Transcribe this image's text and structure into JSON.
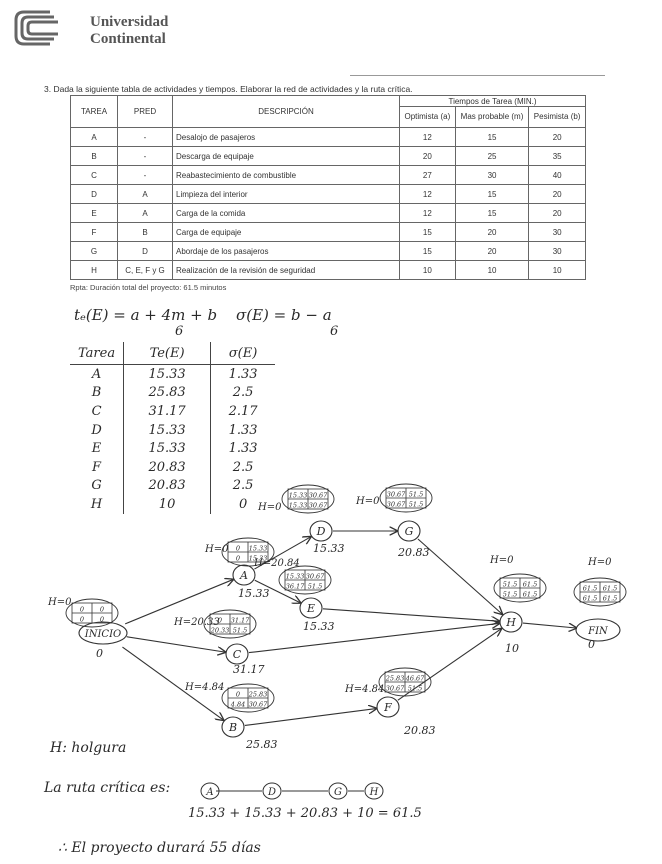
{
  "header": {
    "university_line1": "Universidad",
    "university_line2": "Continental"
  },
  "question": "3.   Dada la siguiente tabla de actividades y tiempos. Elaborar la red de actividades y la ruta crítica.",
  "table": {
    "headers": {
      "tarea": "TAREA",
      "pred": "PRED",
      "desc": "DESCRIPCIÓN",
      "times": "Tiempos de Tarea (MIN.)",
      "a": "Optimista (a)",
      "m": "Mas probable (m)",
      "b": "Pesimista (b)"
    },
    "rows": [
      {
        "tarea": "A",
        "pred": "-",
        "desc": "Desalojo de pasajeros",
        "a": "12",
        "m": "15",
        "b": "20"
      },
      {
        "tarea": "B",
        "pred": "-",
        "desc": "Descarga de equipaje",
        "a": "20",
        "m": "25",
        "b": "35"
      },
      {
        "tarea": "C",
        "pred": "-",
        "desc": "Reabastecimiento de combustible",
        "a": "27",
        "m": "30",
        "b": "40"
      },
      {
        "tarea": "D",
        "pred": "A",
        "desc": "Limpieza del interior",
        "a": "12",
        "m": "15",
        "b": "20"
      },
      {
        "tarea": "E",
        "pred": "A",
        "desc": "Carga de la comida",
        "a": "12",
        "m": "15",
        "b": "20"
      },
      {
        "tarea": "F",
        "pred": "B",
        "desc": "Carga de equipaje",
        "a": "15",
        "m": "20",
        "b": "30"
      },
      {
        "tarea": "G",
        "pred": "D",
        "desc": "Abordaje de los pasajeros",
        "a": "15",
        "m": "20",
        "b": "30"
      },
      {
        "tarea": "H",
        "pred": "C, E, F y G",
        "desc": "Realización de la revisión de seguridad",
        "a": "10",
        "m": "10",
        "b": "10"
      }
    ],
    "note": "Rpta: Duración total del proyecto: 61.5 minutos"
  },
  "formula": {
    "te": "tₑ(E) = a + 4m + b",
    "te_den": "6",
    "sigma": "σ(E) = b − a",
    "sigma_den": "6"
  },
  "te_table": {
    "headers": [
      "Tarea",
      "Te(E)",
      "σ(E)"
    ],
    "rows": [
      [
        "A",
        "15.33",
        "1.33"
      ],
      [
        "B",
        "25.83",
        "2.5"
      ],
      [
        "C",
        "31.17",
        "2.17"
      ],
      [
        "D",
        "15.33",
        "1.33"
      ],
      [
        "E",
        "15.33",
        "1.33"
      ],
      [
        "F",
        "20.83",
        "2.5"
      ],
      [
        "G",
        "20.83",
        "2.5"
      ],
      [
        "H",
        "10",
        "0"
      ]
    ]
  },
  "network": {
    "nodes": {
      "inicio": {
        "label": "INICIO",
        "h": "H=0",
        "cells": [
          "0",
          "0",
          "0",
          "0"
        ],
        "dur": "0"
      },
      "A": {
        "label": "A",
        "h": "H=0",
        "cells": [
          "0",
          "15.33",
          "0",
          "15.33"
        ],
        "dur": "15.33"
      },
      "B": {
        "label": "B",
        "h": "H=4.84",
        "cells": [
          "0",
          "25.83",
          "4.84",
          "30.67"
        ],
        "dur": "25.83"
      },
      "C": {
        "label": "C",
        "h": "H=20.33",
        "cells": [
          "0",
          "31.17",
          "20.33",
          "51.5"
        ],
        "dur": "31.17"
      },
      "D": {
        "label": "D",
        "h": "H=0",
        "cells": [
          "15.33",
          "30.67",
          "15.33",
          "30.67"
        ],
        "dur": "15.33"
      },
      "E": {
        "label": "E",
        "h": "H=20.84",
        "cells": [
          "15.33",
          "30.67",
          "36.17",
          "51.5"
        ],
        "dur": "15.33"
      },
      "F": {
        "label": "F",
        "h": "H=4.84",
        "cells": [
          "25.83",
          "46.67",
          "30.67",
          "51.5"
        ],
        "dur": "20.83"
      },
      "G": {
        "label": "G",
        "h": "H=0",
        "cells": [
          "30.67",
          "51.5",
          "30.67",
          "51.5"
        ],
        "dur": "20.83"
      },
      "H": {
        "label": "H",
        "h": "H=0",
        "cells": [
          "51.5",
          "61.5",
          "51.5",
          "61.5"
        ],
        "dur": "10"
      },
      "fin": {
        "label": "FIN",
        "h": "H=0",
        "cells": [
          "61.5",
          "61.5",
          "61.5",
          "61.5"
        ],
        "dur": "0"
      }
    }
  },
  "legend": "H: holgura",
  "critical": {
    "label": "La ruta crítica es:",
    "nodes": [
      "A",
      "D",
      "G",
      "H"
    ],
    "sum": "15.33 + 15.33 + 20.83 + 10 = 61.5"
  },
  "conclusion": "∴  El proyecto durará 55 días"
}
